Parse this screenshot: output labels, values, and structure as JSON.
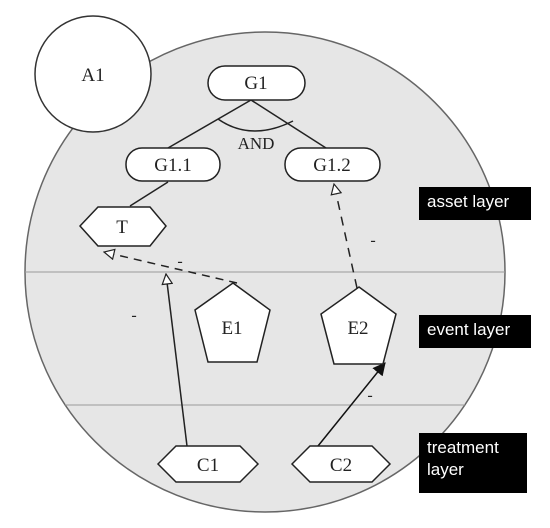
{
  "diagram": {
    "region": {
      "label": "A1"
    },
    "goals": {
      "root": "G1",
      "left": "G1.1",
      "right": "G1.2",
      "decomposition": "AND"
    },
    "threat": {
      "label": "T"
    },
    "events": {
      "e1": "E1",
      "e2": "E2"
    },
    "treatments": {
      "c1": "C1",
      "c2": "C2"
    },
    "edge_signs": {
      "e1_to_t": "-",
      "c1_to_t": "-",
      "e2_to_g12": "-",
      "c2_to_e2": "-"
    }
  },
  "layers": {
    "asset": "asset layer",
    "event": "event layer",
    "treatment": "treatment layer"
  }
}
